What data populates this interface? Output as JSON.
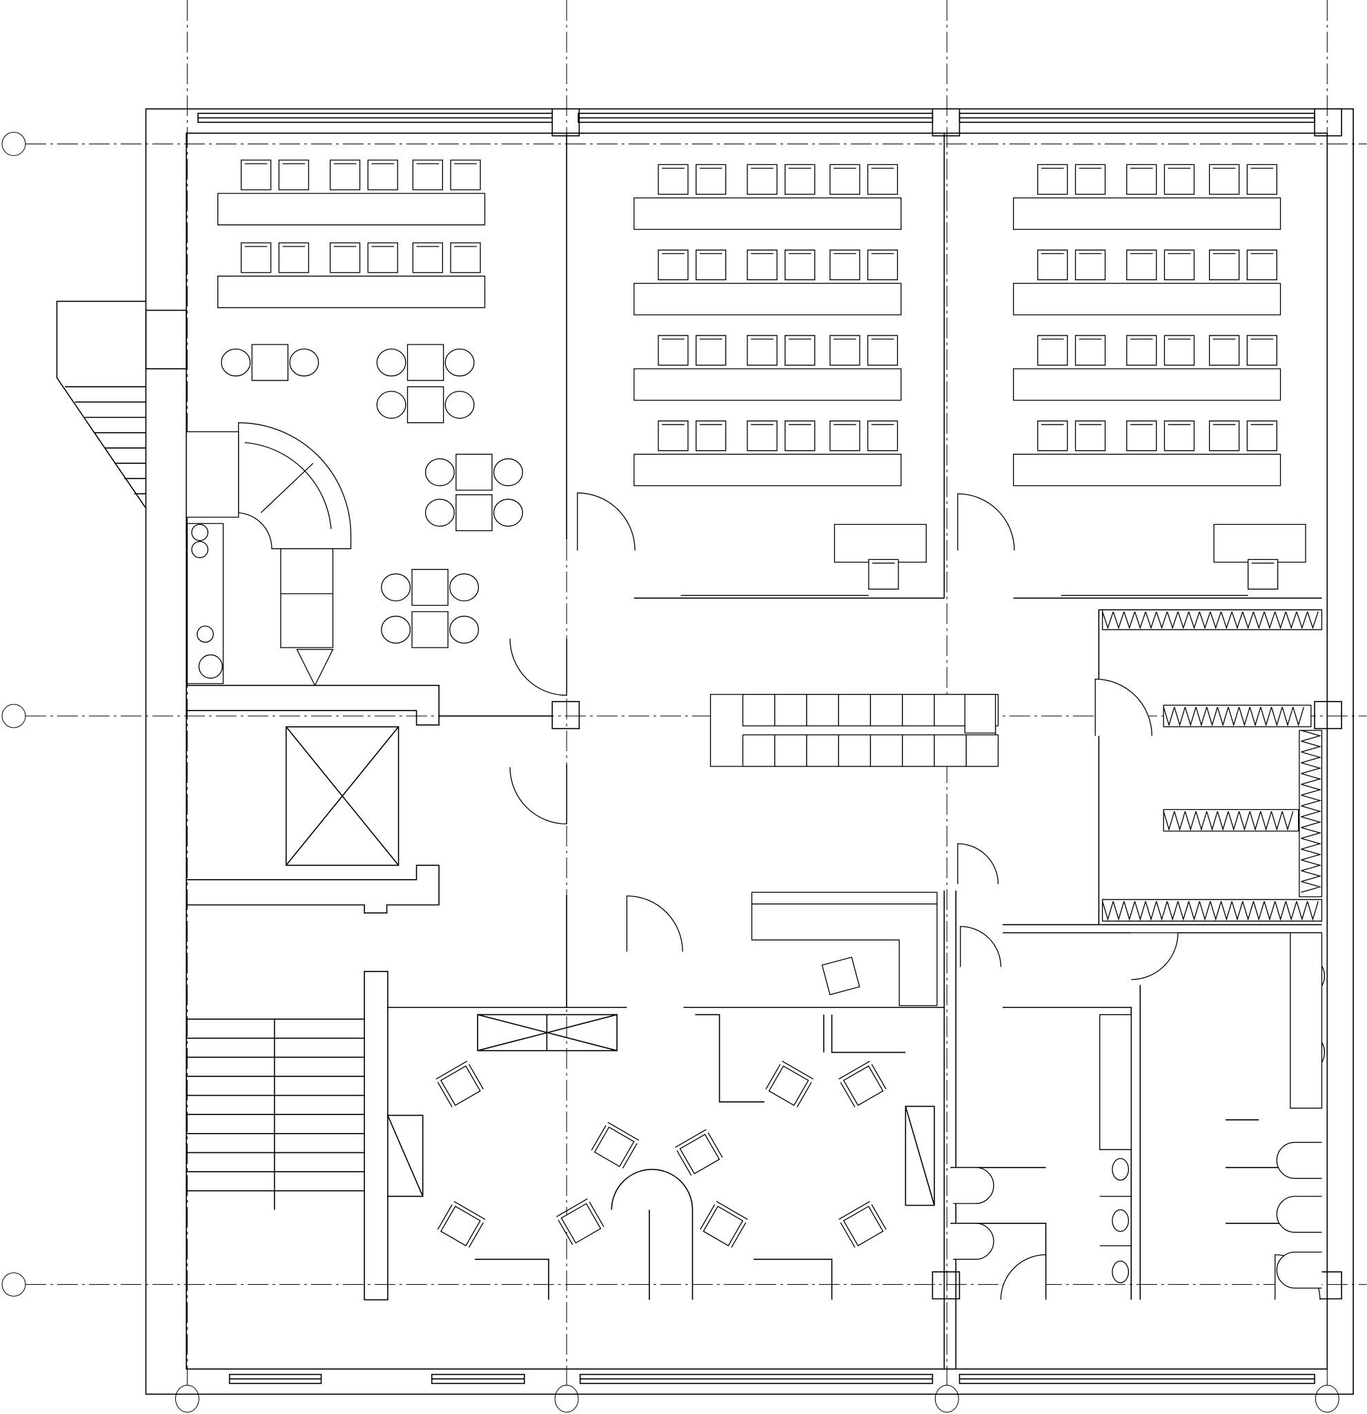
{
  "drawing": {
    "type": "architectural-floor-plan",
    "line_color": "#000000",
    "background_color": "#ffffff",
    "grid_axes": {
      "vertical_count": 4,
      "horizontal_count": 3,
      "bubble_labels": []
    },
    "rooms": [
      "lounge-cafe",
      "classroom-1",
      "classroom-2",
      "lobby-reception",
      "elevator",
      "stairwell",
      "meeting-room",
      "locker-room",
      "restroom-men",
      "restroom-women"
    ],
    "icons": [
      "chair-icon",
      "desk-icon",
      "table-icon",
      "door-swing-icon",
      "toilet-icon",
      "sink-icon",
      "elevator-icon",
      "stair-icon",
      "locker-icon"
    ]
  }
}
